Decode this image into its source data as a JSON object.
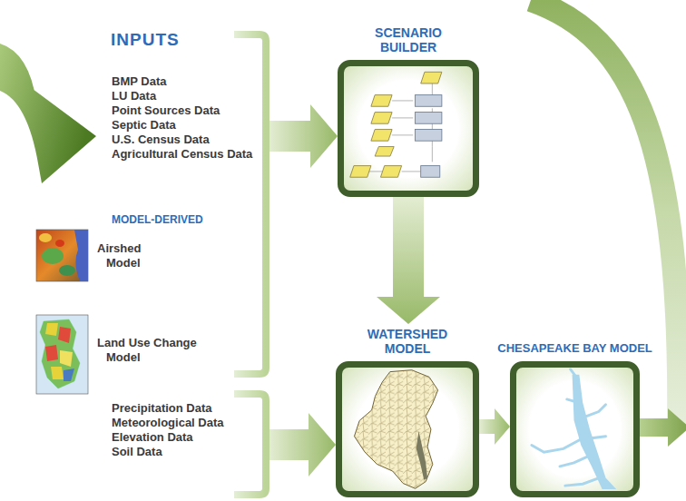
{
  "diagram": {
    "nodes": [
      {
        "text": [
          "INPUTS",
          "BMP Data",
          "LU Data",
          "Point Sources Data",
          "Septic Data",
          "U.S. Census Data",
          "Agricultural Census Data",
          "MODEL-DERIVED",
          "Airshed Model",
          "Land Use Change Model"
        ]
      },
      {
        "text": [
          "SCENARIO BUILDER"
        ]
      },
      {
        "text": [
          "Precipitation Data",
          "Meteorological Data",
          "Elevation Data",
          "Soil Data"
        ]
      },
      {
        "text": [
          "WATERSHED MODEL"
        ]
      },
      {
        "text": [
          "CHESAPEAKE BAY MODEL"
        ]
      }
    ],
    "edges": [
      {
        "from": 0,
        "to": 1,
        "arrow": "to"
      },
      {
        "from": 1,
        "to": 3,
        "arrow": "to"
      },
      {
        "from": 2,
        "to": 3,
        "arrow": "to"
      },
      {
        "from": 3,
        "to": 4,
        "arrow": "to"
      }
    ]
  }
}
